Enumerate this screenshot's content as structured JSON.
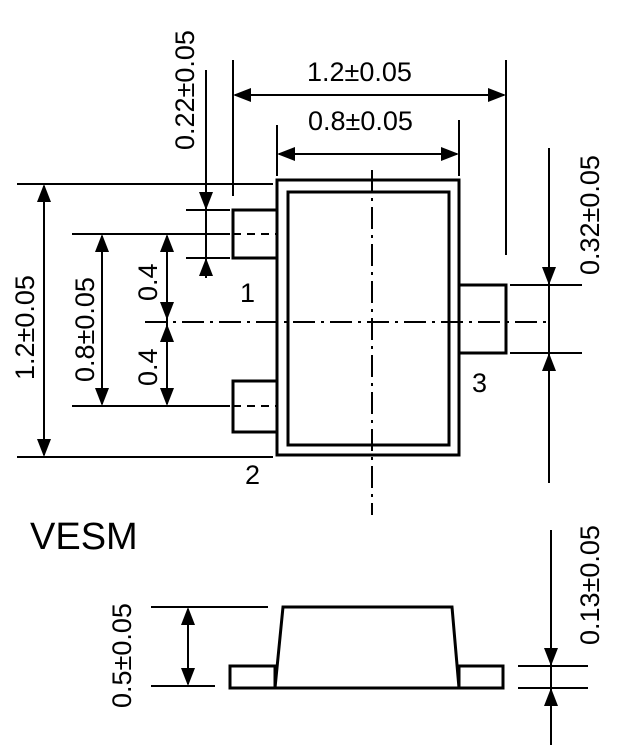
{
  "package_name": "VESM",
  "dimensions": {
    "overall_width": "1.2±0.05",
    "body_width": "0.8±0.05",
    "lead_width": "0.22±0.05",
    "lead_length": "0.32±0.05",
    "overall_length": "1.2±0.05",
    "lead_pitch": "0.8±0.05",
    "half_pitch_top": "0.4",
    "half_pitch_bottom": "0.4",
    "height": "0.5±0.05",
    "lead_thickness": "0.13±0.05"
  },
  "pins": {
    "pin1": "1",
    "pin2": "2",
    "pin3": "3"
  }
}
